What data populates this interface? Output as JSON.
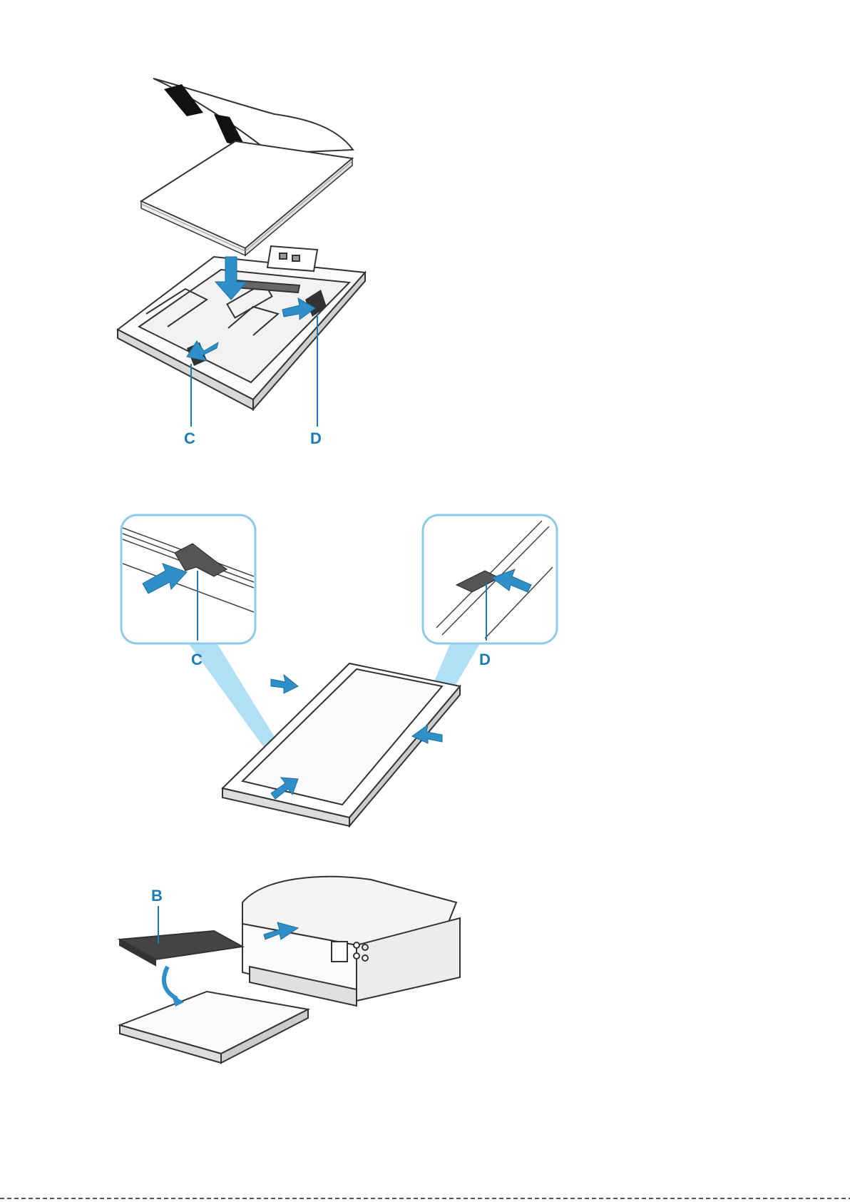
{
  "figures": [
    {
      "id": "load-paper-in-cassette",
      "labels": {
        "left_guide": "C",
        "right_guide": "D"
      }
    },
    {
      "id": "slide-guides-to-paper-edges",
      "labels": {
        "left_guide": "C",
        "right_guide": "D"
      }
    },
    {
      "id": "insert-cassette-into-printer",
      "labels": {
        "cover": "B"
      }
    }
  ],
  "colors": {
    "accent_arrow": "#2e8fc9",
    "label_text": "#1a7bb5",
    "callout_border": "#8ecbe9",
    "callout_beam": "#8fd2f2",
    "line_art": "#333333"
  },
  "icons": [
    "push-arrow-icon",
    "slide-arrow-icon",
    "insert-arrow-icon",
    "fold-arrow-icon"
  ]
}
